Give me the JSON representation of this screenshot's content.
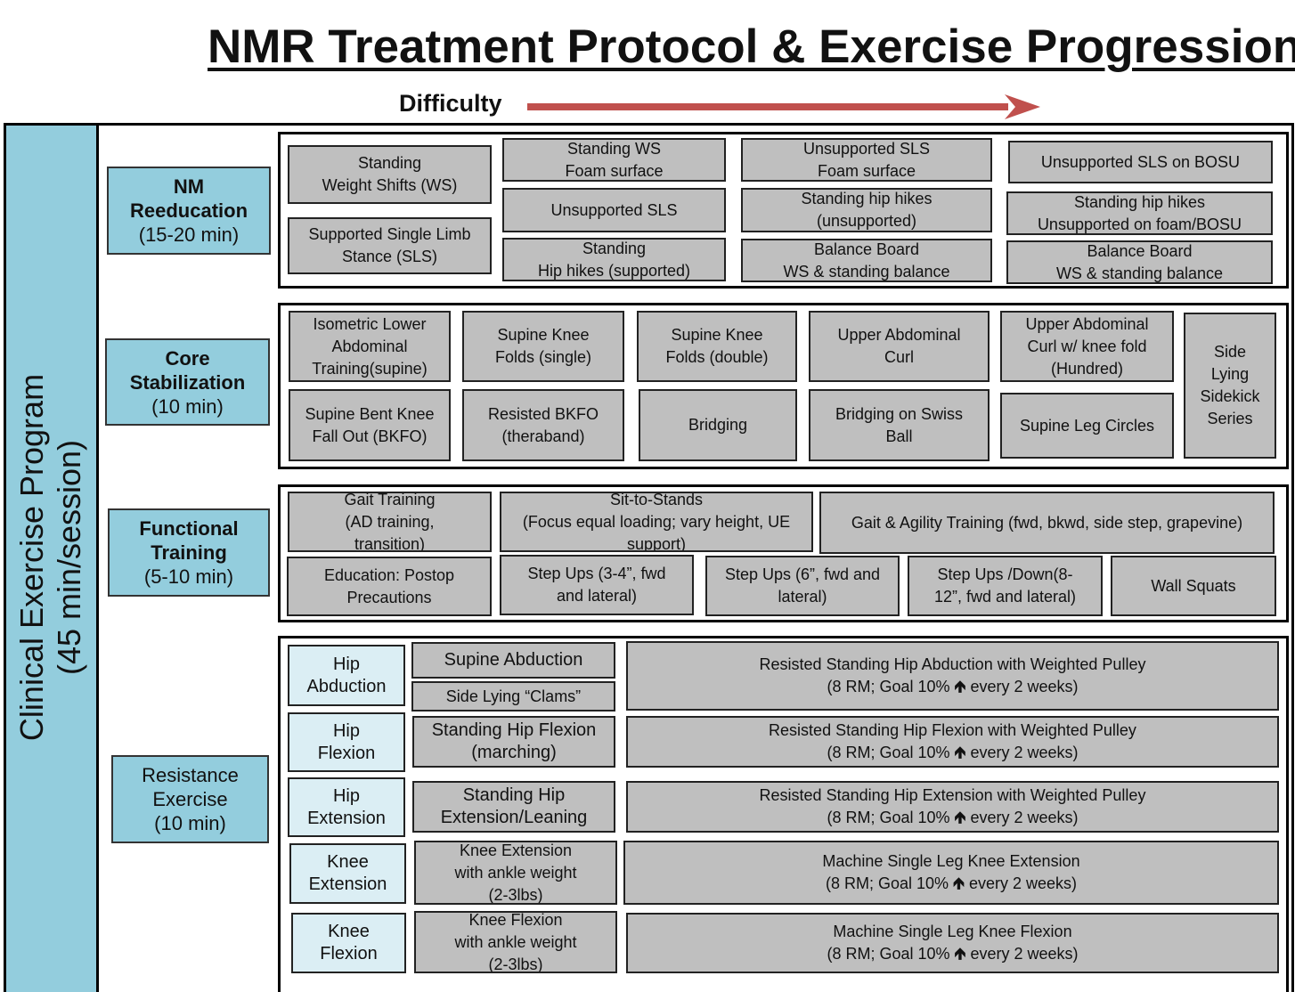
{
  "title": "NMR Treatment Protocol & Exercise Progression",
  "difficulty_label": "Difficulty",
  "colors": {
    "category_fill": "#93cddd",
    "sub_fill": "#dbeef4",
    "cell_fill": "#bfbfbf",
    "arrow": "#c0504d"
  },
  "sidebar": {
    "line1": "Clinical Exercise Program",
    "line2": "(45 min/session)"
  },
  "nm": {
    "cat": {
      "name1": "NM",
      "name2": "Reeducation",
      "time": "(15-20 min)"
    },
    "c1": "Standing\nWeight Shifts (WS)",
    "c2": "Supported Single Limb\nStance (SLS)",
    "c3": "Standing WS\nFoam surface",
    "c4": "Unsupported SLS",
    "c5": "Standing\nHip hikes (supported)",
    "c6": "Unsupported SLS\nFoam surface",
    "c7": "Standing hip hikes\n(unsupported)",
    "c8": "Balance Board\nWS & standing balance",
    "c9": "Unsupported SLS on BOSU",
    "c10": "Standing hip hikes\nUnsupported on foam/BOSU",
    "c11": "Balance Board\nWS & standing balance"
  },
  "core": {
    "cat": {
      "name1": "Core",
      "name2": "Stabilization",
      "time": "(10 min)"
    },
    "c1": "Isometric Lower\nAbdominal\nTraining(supine)",
    "c2": "Supine Knee\nFolds (single)",
    "c3": "Supine Knee\nFolds (double)",
    "c4": "Upper Abdominal\nCurl",
    "c5": "Upper Abdominal\nCurl w/ knee fold\n(Hundred)",
    "c6": "Side\nLying\nSidekick\nSeries",
    "c7": "Supine Bent Knee\nFall Out (BKFO)",
    "c8": "Resisted BKFO\n(theraband)",
    "c9": "Bridging",
    "c10": "Bridging on Swiss\nBall",
    "c11": "Supine Leg Circles"
  },
  "func": {
    "cat": {
      "name1": "Functional",
      "name2": "Training",
      "time": "(5-10 min)"
    },
    "c1": "Gait Training\n(AD training,\ntransition)",
    "c2": "Sit-to-Stands\n(Focus equal loading; vary height, UE\nsupport)",
    "c3": "Gait & Agility Training (fwd, bkwd, side step, grapevine)",
    "c4": "Education: Postop\nPrecautions",
    "c5": "Step Ups (3-4”, fwd\nand lateral)",
    "c6": "Step Ups (6”, fwd and\nlateral)",
    "c7": "Step Ups /Down(8-\n12”, fwd and lateral)",
    "c8": "Wall Squats"
  },
  "res": {
    "cat": {
      "name1": "Resistance",
      "name2": "Exercise",
      "time": "(10 min)"
    },
    "rows": [
      {
        "sub": "Hip\nAbduction",
        "a": "Supine Abduction",
        "b": "Side Lying “Clams”",
        "adv1": "Resisted Standing Hip Abduction with Weighted Pulley",
        "adv2": "(8 RM; Goal 10%",
        "adv3": "every 2 weeks)"
      },
      {
        "sub": "Hip\nFlexion",
        "a": "Standing Hip Flexion\n(marching)",
        "adv1": "Resisted Standing Hip Flexion with Weighted Pulley",
        "adv2": "(8 RM; Goal 10%",
        "adv3": "every 2 weeks)"
      },
      {
        "sub": "Hip\nExtension",
        "a": "Standing Hip\nExtension/Leaning",
        "adv1": "Resisted Standing Hip Extension with Weighted Pulley",
        "adv2": "(8 RM; Goal 10%",
        "adv3": "every 2 weeks)"
      },
      {
        "sub": "Knee\nExtension",
        "a": "Knee Extension\nwith ankle weight\n(2-3lbs)",
        "adv1": "Machine Single Leg Knee Extension",
        "adv2": "(8 RM; Goal 10%",
        "adv3": "every 2 weeks)"
      },
      {
        "sub": "Knee\nFlexion",
        "a": "Knee Flexion\nwith ankle weight\n(2-3lbs)",
        "adv1": "Machine Single Leg Knee Flexion",
        "adv2": "(8 RM; Goal 10%",
        "adv3": "every 2 weeks)"
      }
    ]
  }
}
